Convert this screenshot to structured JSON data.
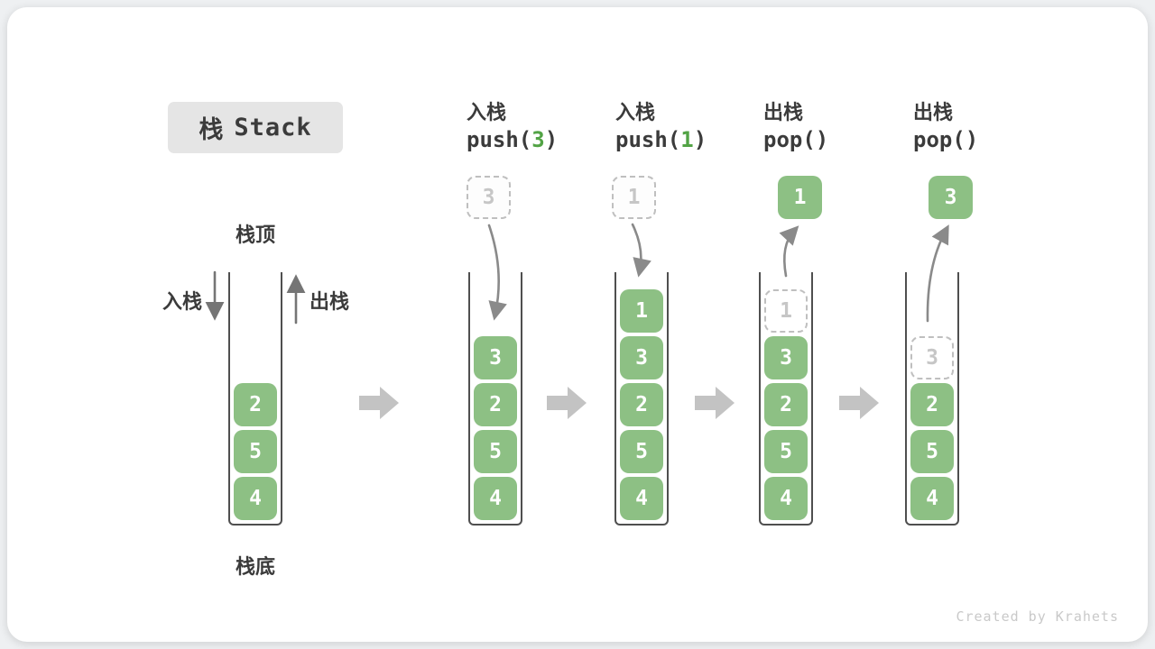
{
  "title": {
    "zh": "栈",
    "en": "Stack"
  },
  "side_labels": {
    "stack_top": "栈顶",
    "stack_bottom": "栈底",
    "push": "入栈",
    "pop": "出栈"
  },
  "credit": "Created by Krahets",
  "colors": {
    "block_green": "#8dc084",
    "arg_green": "#52a345",
    "ghost_border": "#bfbfbf",
    "ghost_text": "#c6c6c6",
    "container_line": "#4f4f4f",
    "curved_arrow": "#8a8a8a",
    "small_arrow": "#757575",
    "big_arrow": "#c3c3c3",
    "title_bg": "#e5e5e5",
    "text_dark": "#3b3b3b"
  },
  "columns": [
    {
      "name": "initial-stack",
      "header": null,
      "floating": null,
      "cells": [
        {
          "value": "2",
          "type": "solid"
        },
        {
          "value": "5",
          "type": "solid"
        },
        {
          "value": "4",
          "type": "solid"
        }
      ]
    },
    {
      "name": "push-3",
      "header": {
        "line1": "入栈",
        "prefix": "push(",
        "arg": "3",
        "suffix": ")"
      },
      "floating": {
        "value": "3",
        "style": "dashed"
      },
      "cells": [
        {
          "value": "3",
          "type": "solid"
        },
        {
          "value": "2",
          "type": "solid"
        },
        {
          "value": "5",
          "type": "solid"
        },
        {
          "value": "4",
          "type": "solid"
        }
      ]
    },
    {
      "name": "push-1",
      "header": {
        "line1": "入栈",
        "prefix": "push(",
        "arg": "1",
        "suffix": ")"
      },
      "floating": {
        "value": "1",
        "style": "dashed"
      },
      "cells": [
        {
          "value": "1",
          "type": "solid"
        },
        {
          "value": "3",
          "type": "solid"
        },
        {
          "value": "2",
          "type": "solid"
        },
        {
          "value": "5",
          "type": "solid"
        },
        {
          "value": "4",
          "type": "solid"
        }
      ]
    },
    {
      "name": "pop-1",
      "header": {
        "line1": "出栈",
        "prefix": "pop(",
        "arg": "",
        "suffix": ")"
      },
      "floating": {
        "value": "1",
        "style": "solid"
      },
      "cells": [
        {
          "value": "1",
          "type": "ghost"
        },
        {
          "value": "3",
          "type": "solid"
        },
        {
          "value": "2",
          "type": "solid"
        },
        {
          "value": "5",
          "type": "solid"
        },
        {
          "value": "4",
          "type": "solid"
        }
      ]
    },
    {
      "name": "pop-3",
      "header": {
        "line1": "出栈",
        "prefix": "pop(",
        "arg": "",
        "suffix": ")"
      },
      "floating": {
        "value": "3",
        "style": "solid"
      },
      "cells": [
        {
          "value": "3",
          "type": "ghost"
        },
        {
          "value": "2",
          "type": "solid"
        },
        {
          "value": "5",
          "type": "solid"
        },
        {
          "value": "4",
          "type": "solid"
        }
      ]
    }
  ]
}
